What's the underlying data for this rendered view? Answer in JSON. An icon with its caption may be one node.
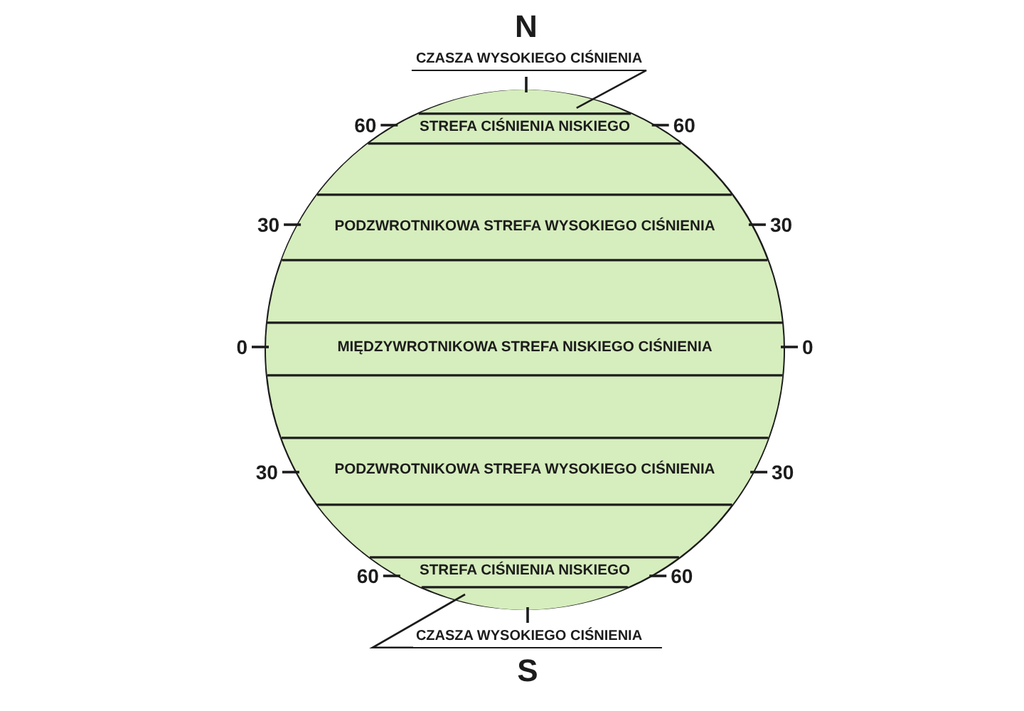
{
  "diagram": {
    "nodes": [
      {
        "text": [
          "CZASZA WYSOKIEGO CIŚNIENIA"
        ]
      },
      {
        "text": [],
        "shape": "circle"
      },
      {
        "text": [],
        "shape": "band",
        "in": 1
      },
      {
        "text": [
          "STREFA CIŚNIENIA NISKIEGO"
        ],
        "in": 1,
        "beside": [
          "60",
          "60"
        ]
      },
      {
        "text": [],
        "shape": "band",
        "in": 1
      },
      {
        "text": [
          "PODZWROTNIKOWA STREFA WYSOKIEGO CIŚNIENIA"
        ],
        "in": 1,
        "beside": [
          "30",
          "30"
        ]
      },
      {
        "text": [],
        "shape": "band",
        "in": 1
      },
      {
        "text": [
          "MIĘDZYWROTNIKOWA STREFA NISKIEGO CIŚNIENIA"
        ],
        "in": 1,
        "beside": [
          "0",
          "0"
        ]
      },
      {
        "text": [],
        "shape": "band",
        "in": 1
      },
      {
        "text": [
          "PODZWROTNIKOWA STREFA WYSOKIEGO CIŚNIENIA"
        ],
        "in": 1,
        "beside": [
          "30",
          "30"
        ]
      },
      {
        "text": [],
        "shape": "band",
        "in": 1
      },
      {
        "text": [
          "STREFA CIŚNIENIA NISKIEGO"
        ],
        "in": 1,
        "beside": [
          "60",
          "60"
        ]
      },
      {
        "text": [],
        "shape": "band",
        "in": 1
      },
      {
        "text": [
          "CZASZA WYSOKIEGO CIŚNIENIA"
        ]
      }
    ],
    "edges": [
      {
        "from": 0,
        "to": 2,
        "arrow": "none"
      },
      {
        "from": 13,
        "to": 12,
        "arrow": "none"
      }
    ],
    "labels": [
      "N",
      "S"
    ]
  }
}
